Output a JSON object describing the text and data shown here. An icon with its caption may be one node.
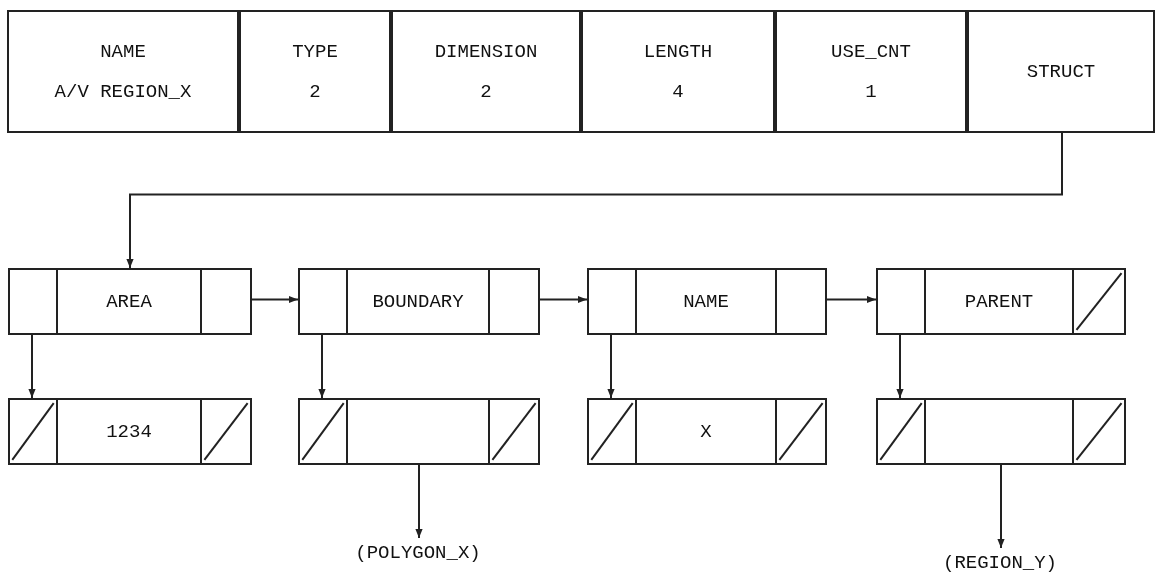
{
  "diagram": {
    "nodes": [
      {
        "text": [
          "NAME",
          "A/V REGION_X"
        ]
      },
      {
        "text": [
          "TYPE",
          "2"
        ]
      },
      {
        "text": [
          "DIMENSION",
          "2"
        ]
      },
      {
        "text": [
          "LENGTH",
          "4"
        ]
      },
      {
        "text": [
          "USE_CNT",
          "1"
        ]
      },
      {
        "text": [
          "STRUCT"
        ]
      },
      {
        "text": [
          "AREA"
        ]
      },
      {
        "text": [
          "BOUNDARY"
        ]
      },
      {
        "text": [
          "NAME"
        ]
      },
      {
        "text": [
          "PARENT"
        ]
      },
      {
        "text": [
          "1234"
        ]
      },
      {
        "text": [],
        "shape": "box"
      },
      {
        "text": [
          "X"
        ]
      },
      {
        "text": [],
        "shape": "box"
      },
      {
        "text": [
          "(POLYGON_X)"
        ]
      },
      {
        "text": [
          "(REGION_Y)"
        ]
      }
    ],
    "edges": [
      {
        "from": 5,
        "to": 6,
        "arrow": "to"
      },
      {
        "from": 6,
        "to": 7,
        "arrow": "to"
      },
      {
        "from": 7,
        "to": 8,
        "arrow": "to"
      },
      {
        "from": 8,
        "to": 9,
        "arrow": "to"
      },
      {
        "from": 6,
        "to": 10,
        "arrow": "to"
      },
      {
        "from": 7,
        "to": 11,
        "arrow": "to"
      },
      {
        "from": 8,
        "to": 12,
        "arrow": "to"
      },
      {
        "from": 9,
        "to": 13,
        "arrow": "to"
      },
      {
        "from": 11,
        "to": 14,
        "arrow": "to"
      },
      {
        "from": 13,
        "to": 15,
        "arrow": "to"
      }
    ]
  }
}
